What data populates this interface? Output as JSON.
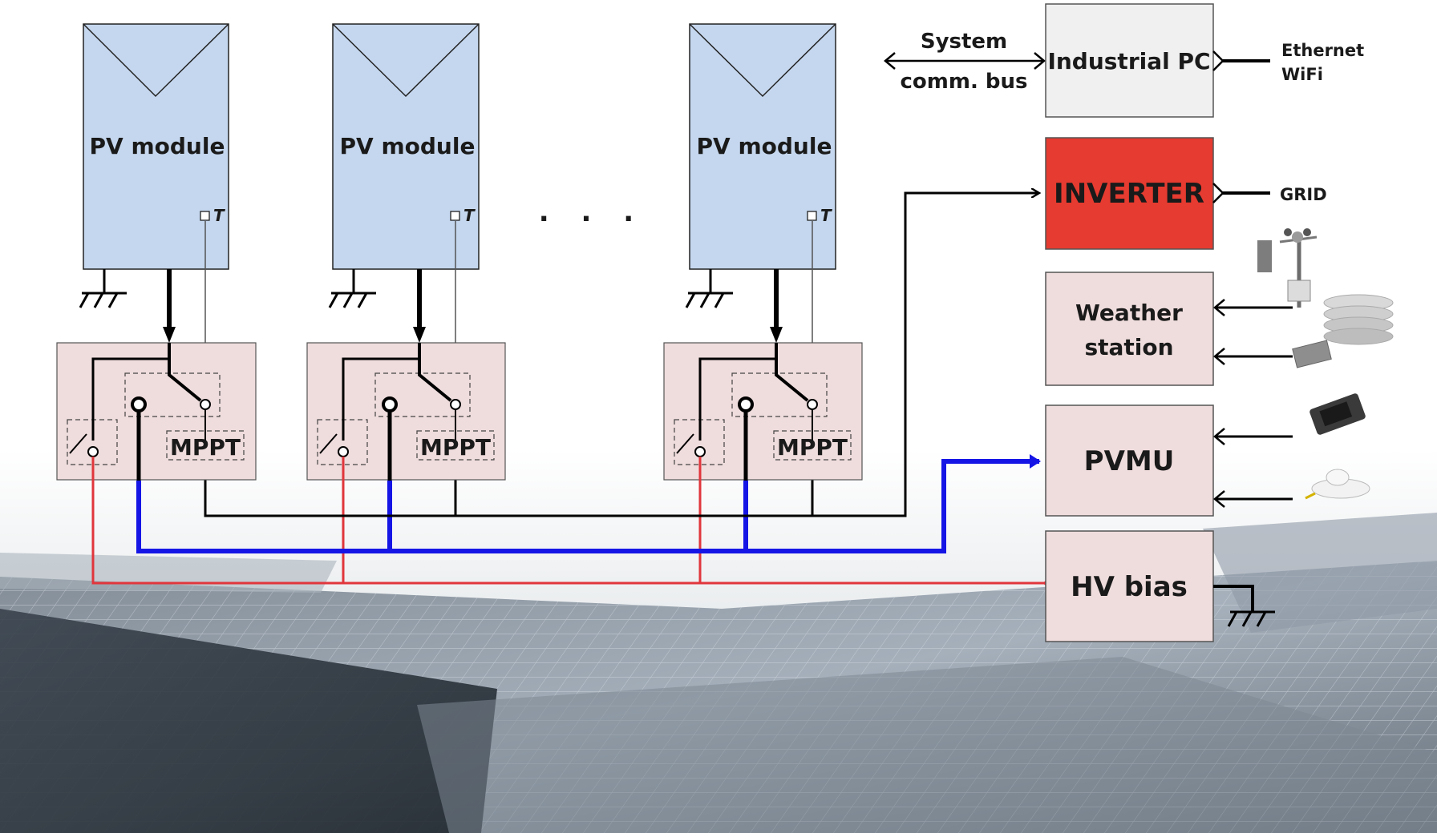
{
  "modules": [
    {
      "label": "PV module",
      "temp_label": "T",
      "mppt_label": "MPPT"
    },
    {
      "label": "PV module",
      "temp_label": "T",
      "mppt_label": "MPPT"
    },
    {
      "label": "PV module",
      "temp_label": "T",
      "mppt_label": "MPPT"
    }
  ],
  "ellipsis": ". . .",
  "bus": {
    "line1": "System",
    "line2": "comm. bus"
  },
  "blocks": {
    "industrial_pc": "Industrial PC",
    "inverter": "INVERTER",
    "weather_line1": "Weather",
    "weather_line2": "station",
    "pvmu": "PVMU",
    "hv_bias": "HV bias"
  },
  "outputs": {
    "ethernet": "Ethernet",
    "wifi": "WiFi",
    "grid": "GRID"
  },
  "colors": {
    "module_fill": "#c5d7ee",
    "mppt_fill": "#efdcdc",
    "pc_fill": "#f0f0f0",
    "inverter_fill": "#e63b30",
    "block_fill": "#efdcdc",
    "red_line": "#e0363c",
    "blue_line": "#1515e6",
    "black_line": "#000000"
  }
}
